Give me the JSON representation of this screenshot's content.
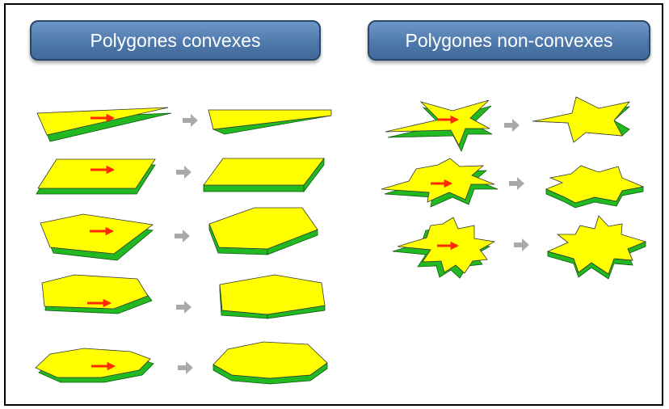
{
  "headers": {
    "convex": "Polygones convexes",
    "nonconvex": "Polygones non-convexes"
  },
  "colors": {
    "frame_border": "#000000",
    "header_fill": "#4f79ab",
    "header_border": "#27476b",
    "header_text": "#ffffff",
    "polygon_top": "#ffff00",
    "polygon_side": "#22b822",
    "direction_arrow": "#ff2a00",
    "transform_arrow": "#a9a9a9"
  },
  "groups": {
    "convex": [
      {
        "shape": "triangle",
        "transform": "extrusion"
      },
      {
        "shape": "parallelogram",
        "transform": "extrusion"
      },
      {
        "shape": "pentagon",
        "transform": "extrusion"
      },
      {
        "shape": "hexagon",
        "transform": "extrusion"
      },
      {
        "shape": "octagon",
        "transform": "extrusion"
      }
    ],
    "nonconvex": [
      {
        "shape": "star-5",
        "transform": "extrusion"
      },
      {
        "shape": "star-6",
        "transform": "extrusion"
      },
      {
        "shape": "star-9",
        "transform": "extrusion"
      }
    ]
  }
}
